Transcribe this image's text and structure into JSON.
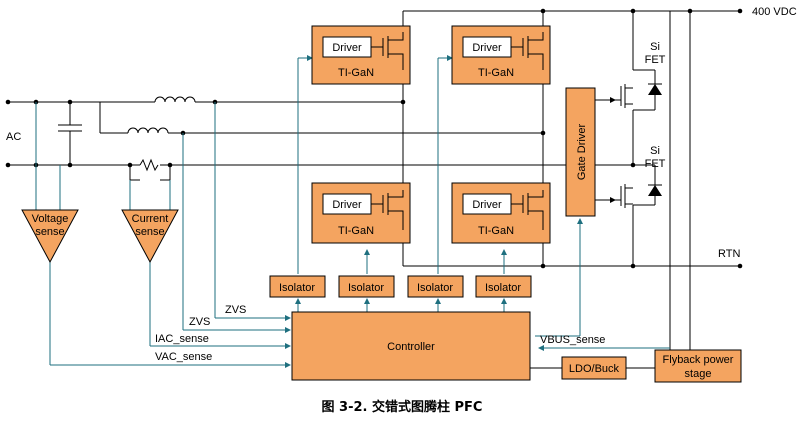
{
  "labels": {
    "vdc": "400 VDC",
    "ac": "AC",
    "rtn": "RTN",
    "si_fet": [
      "Si",
      "FET"
    ],
    "driver": "Driver",
    "tigan": "TI-GaN",
    "isolator": "Isolator",
    "controller": "Controller",
    "gate_driver": "Gate Driver",
    "ldo": "LDO/Buck",
    "flyback": [
      "Flyback power",
      "stage"
    ],
    "voltage_sense": [
      "Voltage",
      "sense"
    ],
    "current_sense": [
      "Current",
      "sense"
    ],
    "zvs": "ZVS",
    "iac_sense": "IAC_sense",
    "vac_sense": "VAC_sense",
    "vbus_sense": "VBUS_sense"
  },
  "caption": "图 3-2. 交错式图腾柱 PFC",
  "colors": {
    "block_fill": "#f4a460",
    "signal_line": "#1e6f7f",
    "wire": "#000000"
  }
}
